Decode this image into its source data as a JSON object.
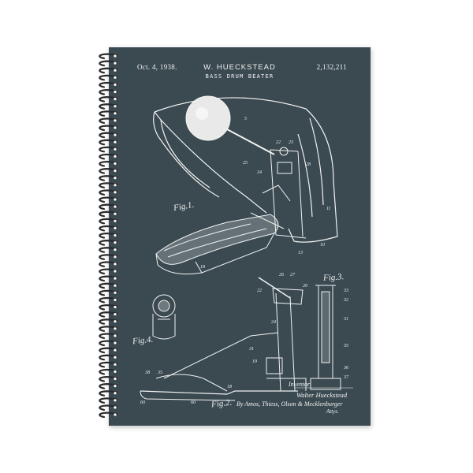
{
  "patent": {
    "date": "Oct. 4, 1938.",
    "inventor_header": "W. HUECKSTEAD",
    "number": "2,132,211",
    "title": "BASS DRUM BEATER"
  },
  "figures": {
    "fig1": "Fig.1.",
    "fig2": "Fig.2.",
    "fig3": "Fig.3.",
    "fig4": "Fig.4."
  },
  "signature": {
    "inventor_label": "Inventor",
    "name": "Walter Hueckstead",
    "attorneys": "By Amos, Thiess, Olson & Mecklenburger",
    "attorneys_suffix": "Attys."
  },
  "colors": {
    "cover": "#3a4a50",
    "ink": "#f2f2f2",
    "coil": "#2b2b2b"
  }
}
